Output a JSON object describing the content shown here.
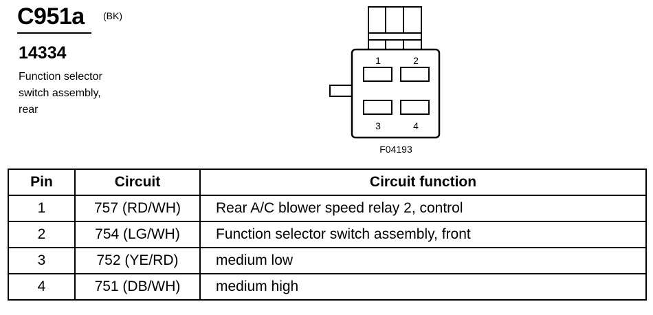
{
  "header": {
    "connector_id": "C951a",
    "color_code": "(BK)",
    "part_number": "14334",
    "description_lines": [
      "Function selector",
      "switch assembly,",
      "rear"
    ]
  },
  "diagram": {
    "figure_id": "F04193",
    "pin_labels": [
      "1",
      "2",
      "3",
      "4"
    ]
  },
  "table": {
    "headers": [
      "Pin",
      "Circuit",
      "Circuit function"
    ],
    "rows": [
      {
        "pin": "1",
        "circuit": "757 (RD/WH)",
        "function": "Rear A/C blower speed relay 2, control"
      },
      {
        "pin": "2",
        "circuit": "754 (LG/WH)",
        "function": "Function selector switch assembly, front"
      },
      {
        "pin": "3",
        "circuit": "752 (YE/RD)",
        "function": "medium low"
      },
      {
        "pin": "4",
        "circuit": "751 (DB/WH)",
        "function": "medium high"
      }
    ]
  }
}
